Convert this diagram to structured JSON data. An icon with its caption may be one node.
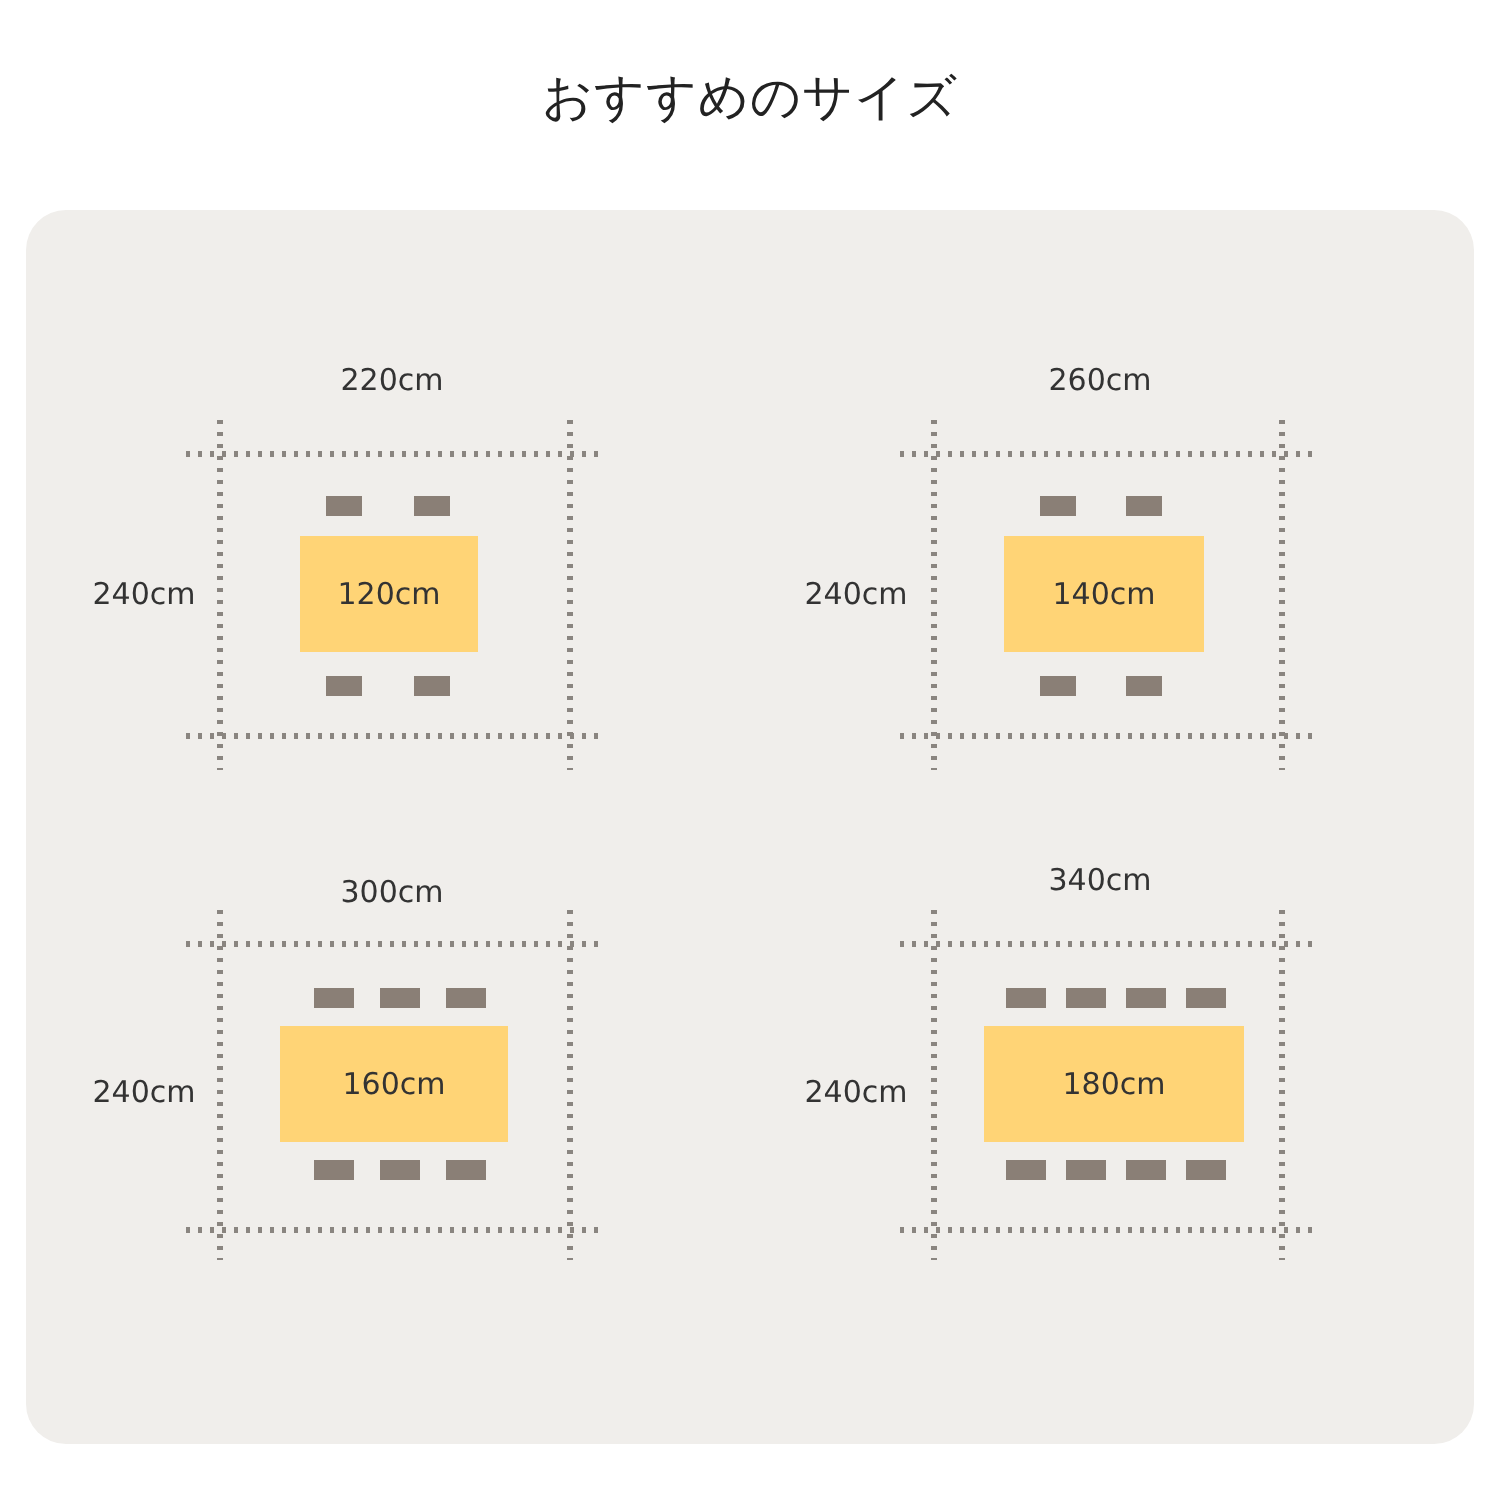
{
  "diagram": {
    "title": "おすすめのサイズ",
    "nodes": [
      {
        "text": [
          "120cm"
        ]
      },
      {
        "text": [
          "140cm"
        ]
      },
      {
        "text": [
          "160cm"
        ]
      },
      {
        "text": [
          "180cm"
        ]
      }
    ],
    "labels": [
      "220cm",
      "240cm",
      "260cm",
      "240cm",
      "300cm",
      "240cm",
      "340cm",
      "240cm"
    ]
  }
}
